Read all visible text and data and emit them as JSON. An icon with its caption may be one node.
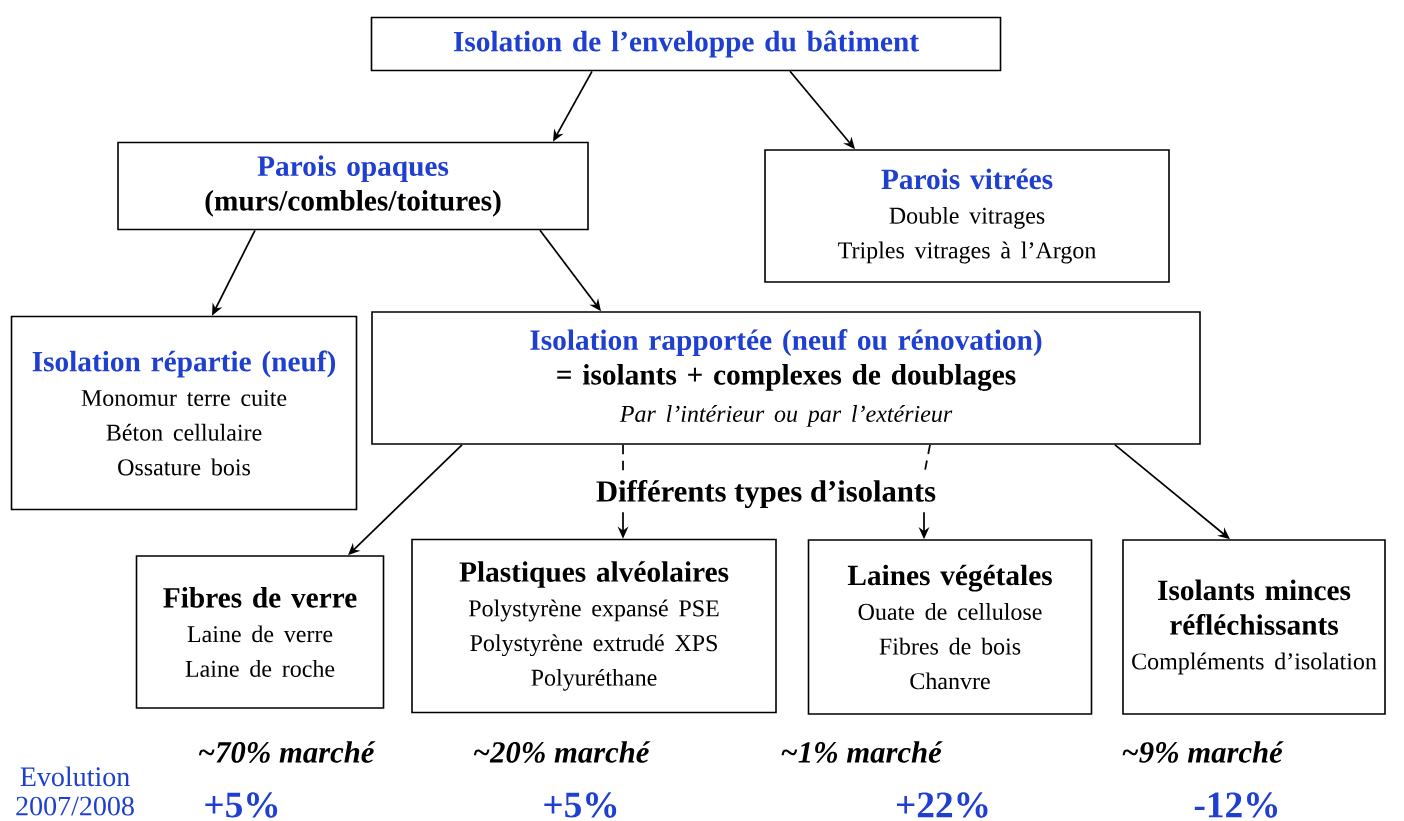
{
  "diagram": {
    "nodes": [
      {
        "text": [
          "Isolation de l’enveloppe du bâtiment"
        ]
      },
      {
        "text": [
          "Parois opaques",
          "(murs/combles/toitures)"
        ]
      },
      {
        "text": [
          "Parois vitrées",
          "Double vitrages",
          "Triples vitrages à l’Argon"
        ]
      },
      {
        "text": [
          "Isolation répartie (neuf)",
          "Monomur terre cuite",
          "Béton cellulaire",
          "Ossature bois"
        ]
      },
      {
        "text": [
          "Isolation rapportée (neuf ou rénovation)",
          "= isolants + complexes de doublages",
          "Par l’intérieur ou par l’extérieur"
        ]
      },
      {
        "text": [
          "Différents types d’isolants"
        ]
      },
      {
        "text": [
          "Fibres de verre",
          "Laine de verre",
          "Laine de roche"
        ]
      },
      {
        "text": [
          "Plastiques alvéolaires",
          "Polystyrène expansé PSE",
          "Polystyrène extrudé XPS",
          "Polyuréthane"
        ]
      },
      {
        "text": [
          "Laines végétales",
          "Ouate de cellulose",
          "Fibres de bois",
          "Chanvre"
        ]
      },
      {
        "text": [
          "Isolants minces réfléchissants",
          "Compléments d’isolation"
        ]
      }
    ],
    "edges": [
      {
        "from": 0,
        "to": 1,
        "arrow": "to"
      },
      {
        "from": 0,
        "to": 2,
        "arrow": "to"
      },
      {
        "from": 1,
        "to": 3,
        "arrow": "to"
      },
      {
        "from": 1,
        "to": 4,
        "arrow": "to"
      },
      {
        "from": 4,
        "to": 6,
        "arrow": "to"
      },
      {
        "from": 4,
        "to": 5,
        "arrow": "none",
        "style": "dashed"
      },
      {
        "from": 4,
        "to": 5,
        "arrow": "none",
        "style": "dashed"
      },
      {
        "from": 5,
        "to": 7,
        "arrow": "to"
      },
      {
        "from": 5,
        "to": 8,
        "arrow": "to"
      },
      {
        "from": 4,
        "to": 9,
        "arrow": "to"
      }
    ],
    "labels": [
      "~70% marché",
      "~20% marché",
      "~1% marché",
      "~9% marché",
      "Evolution 2007/2008",
      "+5%",
      "+5%",
      "+22%",
      "-12%"
    ]
  }
}
